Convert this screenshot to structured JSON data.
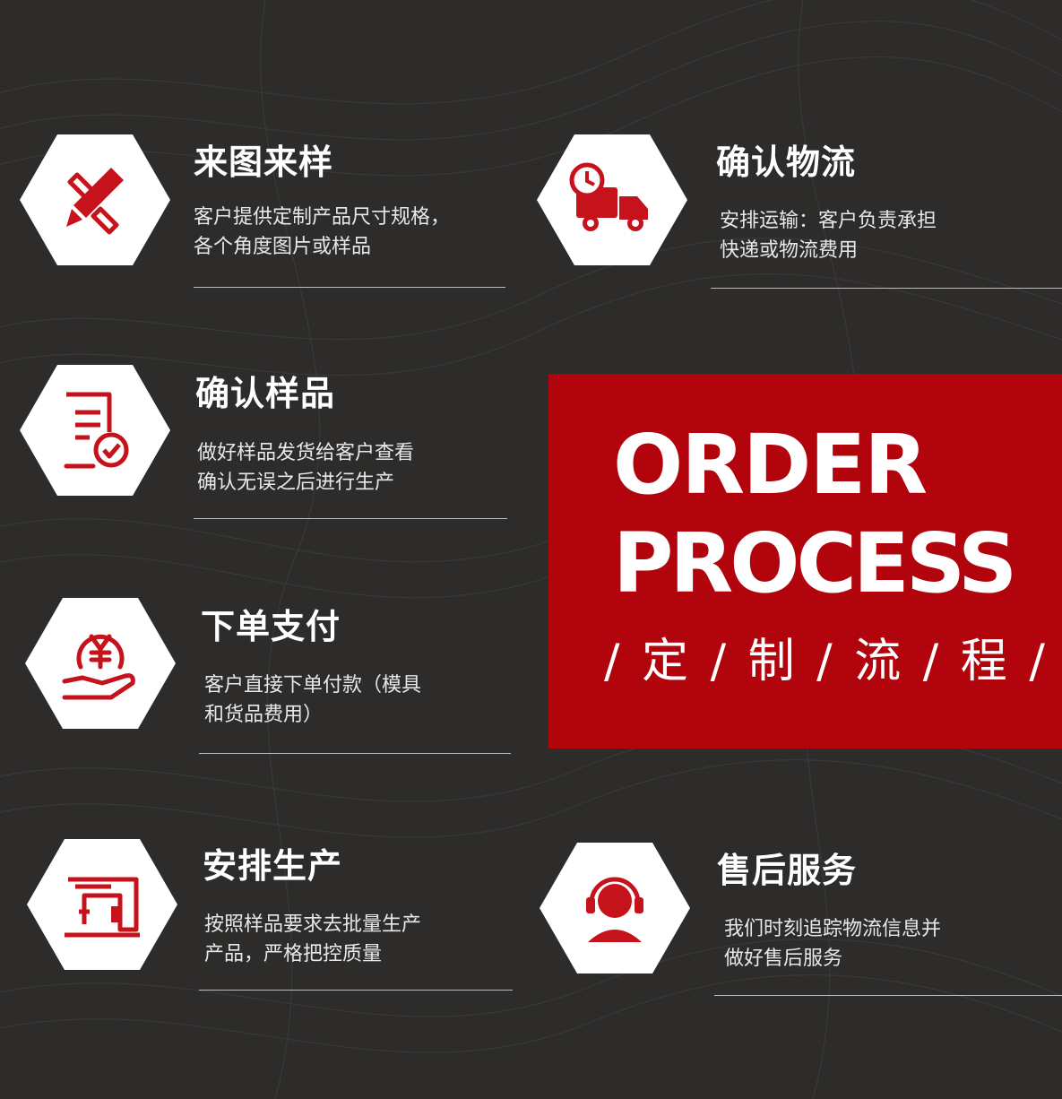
{
  "colors": {
    "background": "#2d2c2b",
    "accent": "#b2040d",
    "icon": "#c5121b"
  },
  "steps": [
    {
      "title": "来图来样",
      "desc1": "客户提供定制产品尺寸规格，",
      "desc2": "各个角度图片或样品",
      "icon": "pencil-ruler-icon"
    },
    {
      "title": "确认物流",
      "desc1": "安排运输：客户负责承担",
      "desc2": "快递或物流费用",
      "icon": "delivery-truck-clock-icon"
    },
    {
      "title": "确认样品",
      "desc1": "做好样品发货给客户查看",
      "desc2": "确认无误之后进行生产",
      "icon": "document-check-icon"
    },
    {
      "title": "下单支付",
      "desc1": "客户直接下单付款（模具",
      "desc2": "和货品费用）",
      "icon": "yen-coin-hand-icon"
    },
    {
      "title": "安排生产",
      "desc1": "按照样品要求去批量生产",
      "desc2": "产品，严格把控质量",
      "icon": "sewing-machine-icon"
    },
    {
      "title": "售后服务",
      "desc1": "我们时刻追踪物流信息并",
      "desc2": "做好售后服务",
      "icon": "headset-agent-icon"
    }
  ],
  "banner": {
    "line1": "ORDER",
    "line2": "PROCESS",
    "subtitle": "/ 定 / 制 / 流 / 程 /"
  }
}
